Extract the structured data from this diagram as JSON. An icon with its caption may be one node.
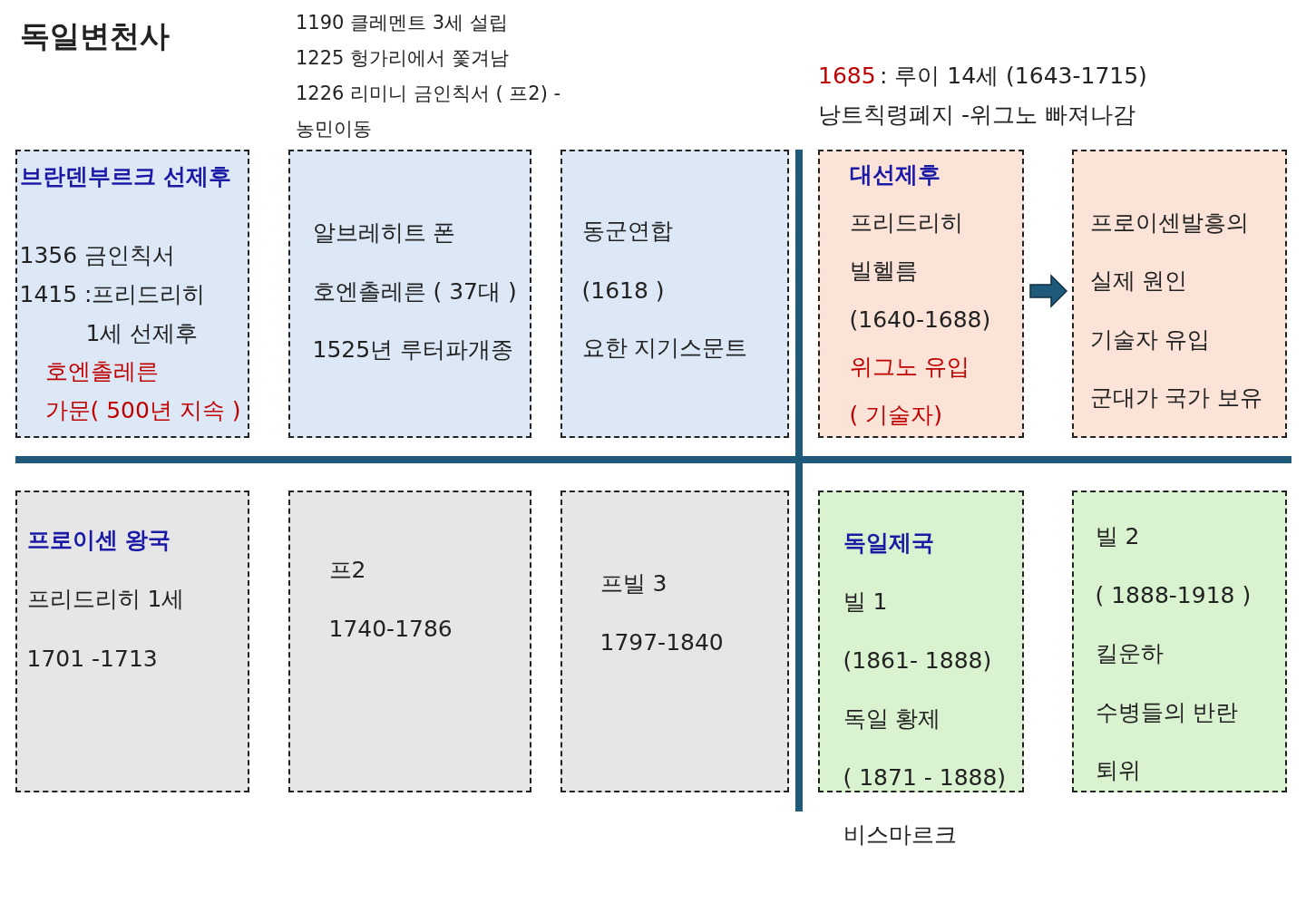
{
  "diagram": {
    "title": "독일변천사",
    "nodes": [
      {
        "text": [
          "브란덴부르크 선제후",
          "1356 금인칙서",
          "1415 :프리드리히",
          "1세 선제후",
          "호엔촐레른",
          "가문( 500년 지속 )"
        ]
      },
      {
        "text": [
          "알브레히트 폰",
          "호엔촐레른 ( 37대 )",
          "1525년 루터파개종"
        ]
      },
      {
        "text": [
          "동군연합",
          "(1618 )",
          "요한 지기스문트"
        ]
      },
      {
        "text": [
          "대선제후",
          "프리드리히",
          "빌헬름",
          "(1640-1688)",
          "위그노 유입",
          "( 기술자)"
        ]
      },
      {
        "text": [
          "프로이센발흥의",
          "실제 원인",
          "기술자 유입",
          "군대가 국가 보유"
        ]
      },
      {
        "text": [
          "프로이센 왕국",
          "프리드리히 1세",
          "1701 -1713"
        ]
      },
      {
        "text": [
          "프2",
          "1740-1786"
        ]
      },
      {
        "text": [
          "프빌 3",
          "1797-1840"
        ]
      },
      {
        "text": [
          "독일제국",
          "빌 1",
          "(1861- 1888)",
          "독일 황제",
          "( 1871 - 1888)"
        ],
        "beside": [
          "비스마르크"
        ]
      },
      {
        "text": [
          "빌 2",
          "( 1888-1918 )",
          "킬운하",
          "수병들의 반란",
          "퇴위"
        ]
      }
    ],
    "edges": [
      {
        "from": 3,
        "to": 4,
        "arrow": "to"
      }
    ],
    "labels": [
      "1190 클레멘트 3세 설립",
      "1225 헝가리에서 쫓겨남",
      "1226 리미니 금인칙서 ( 프2) - 농민이동",
      "1685",
      ": 루이 14세 (1643-1715)",
      "낭트칙령폐지 -위그노 빠져나감"
    ]
  }
}
